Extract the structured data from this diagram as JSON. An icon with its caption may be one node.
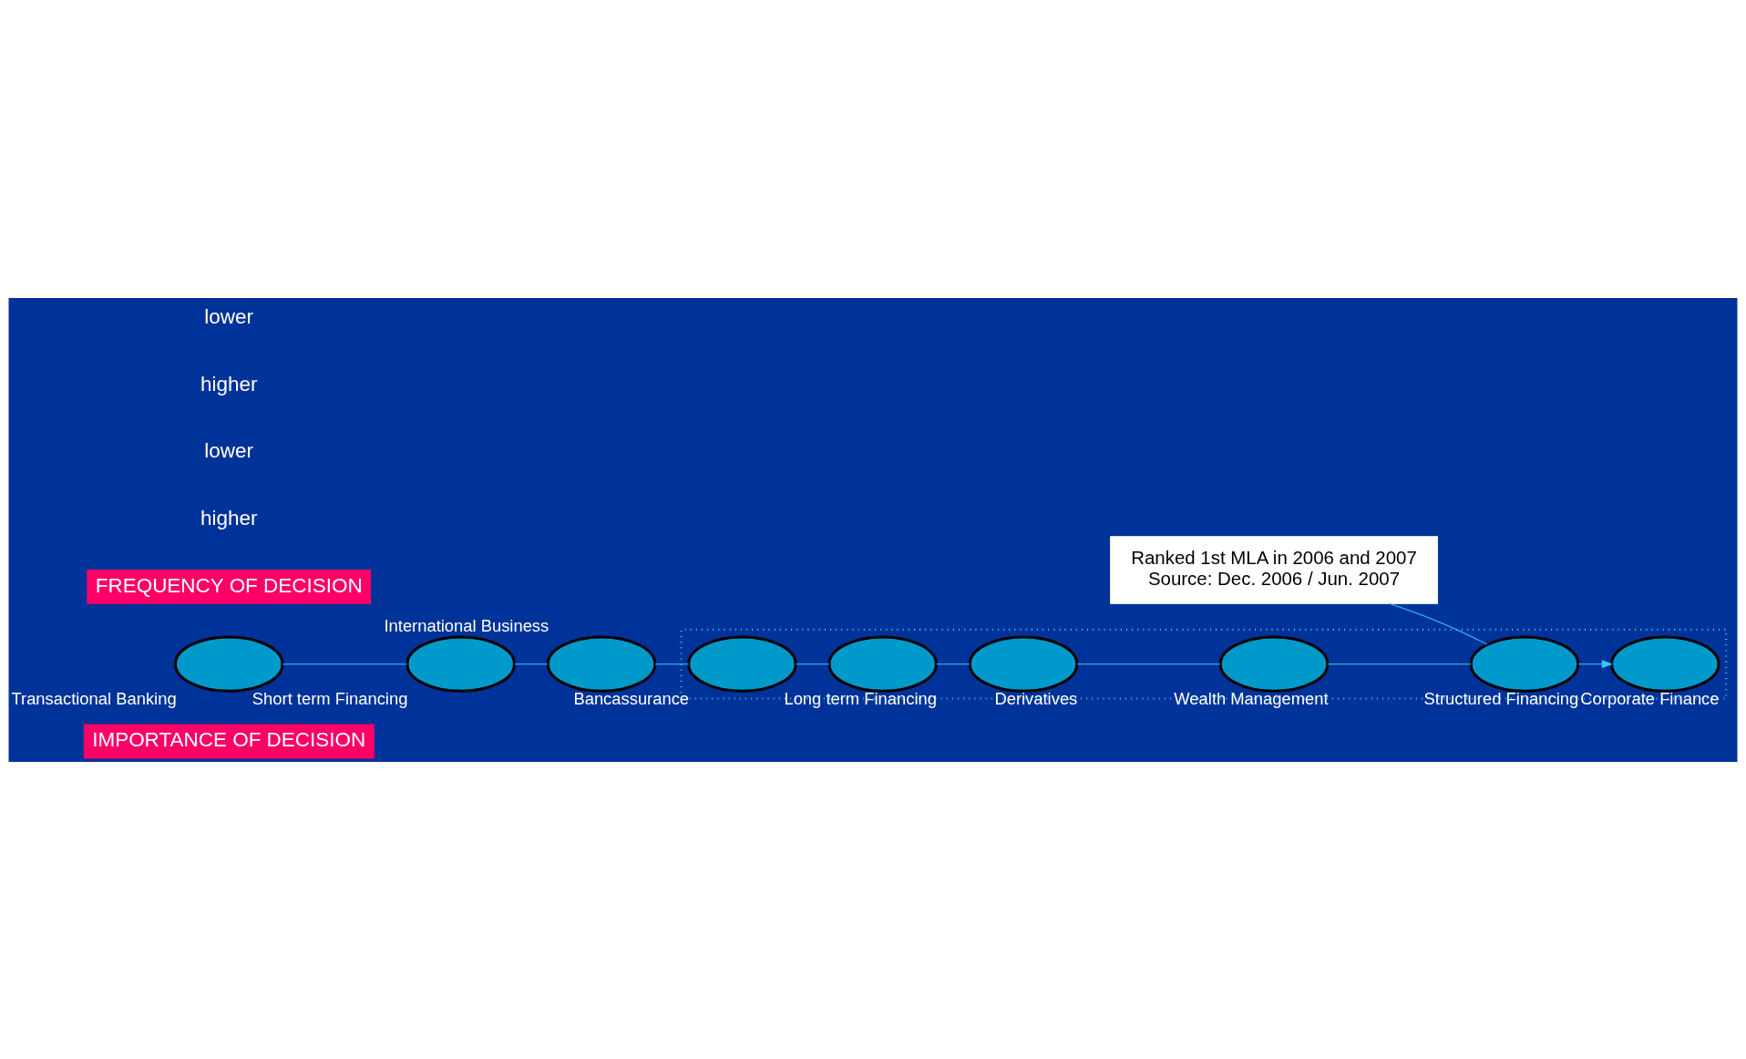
{
  "diagram": {
    "nodes": [
      {
        "text": [
          "IMPORTANCE OF DECISION"
        ]
      },
      {
        "text": [
          "Ranked 1st MLA in 2006 and 2007",
          "Source: Dec. 2006 / Jun. 2007"
        ]
      },
      {
        "text": [],
        "shape": "box"
      },
      {
        "text": [],
        "shape": "ellipse",
        "beside": [
          "Transactional Banking"
        ]
      },
      {
        "text": [],
        "shape": "ellipse",
        "beside": [
          "Short term Financing"
        ]
      },
      {
        "text": [],
        "shape": "ellipse",
        "beside": [
          "International Business"
        ]
      },
      {
        "text": [],
        "shape": "ellipse",
        "beside": [
          "Bancassurance"
        ],
        "in": 2
      },
      {
        "text": [],
        "shape": "ellipse",
        "beside": [
          "Long term Financing"
        ],
        "in": 2
      },
      {
        "text": [],
        "shape": "ellipse",
        "beside": [
          "Derivatives"
        ],
        "in": 2
      },
      {
        "text": [],
        "shape": "ellipse",
        "beside": [
          "Wealth Management"
        ],
        "in": 2
      },
      {
        "text": [],
        "shape": "ellipse",
        "beside": [
          "Structured Financing"
        ],
        "in": 2
      },
      {
        "text": [],
        "shape": "ellipse",
        "beside": [
          "Corporate Finance"
        ],
        "in": 2
      },
      {
        "text": [
          "FREQUENCY OF DECISION"
        ]
      }
    ],
    "edges": [
      {
        "from": 3,
        "to": 4,
        "arrow": "none"
      },
      {
        "from": 4,
        "to": 5,
        "arrow": "none"
      },
      {
        "from": 5,
        "to": 6,
        "arrow": "none"
      },
      {
        "from": 6,
        "to": 7,
        "arrow": "none"
      },
      {
        "from": 7,
        "to": 8,
        "arrow": "none"
      },
      {
        "from": 8,
        "to": 9,
        "arrow": "none"
      },
      {
        "from": 9,
        "to": 10,
        "arrow": "none"
      },
      {
        "from": 10,
        "to": 11,
        "arrow": "to"
      },
      {
        "from": 1,
        "to": 10,
        "arrow": "none"
      }
    ],
    "labels": [
      "higher",
      "lower",
      "higher",
      "lower"
    ]
  }
}
